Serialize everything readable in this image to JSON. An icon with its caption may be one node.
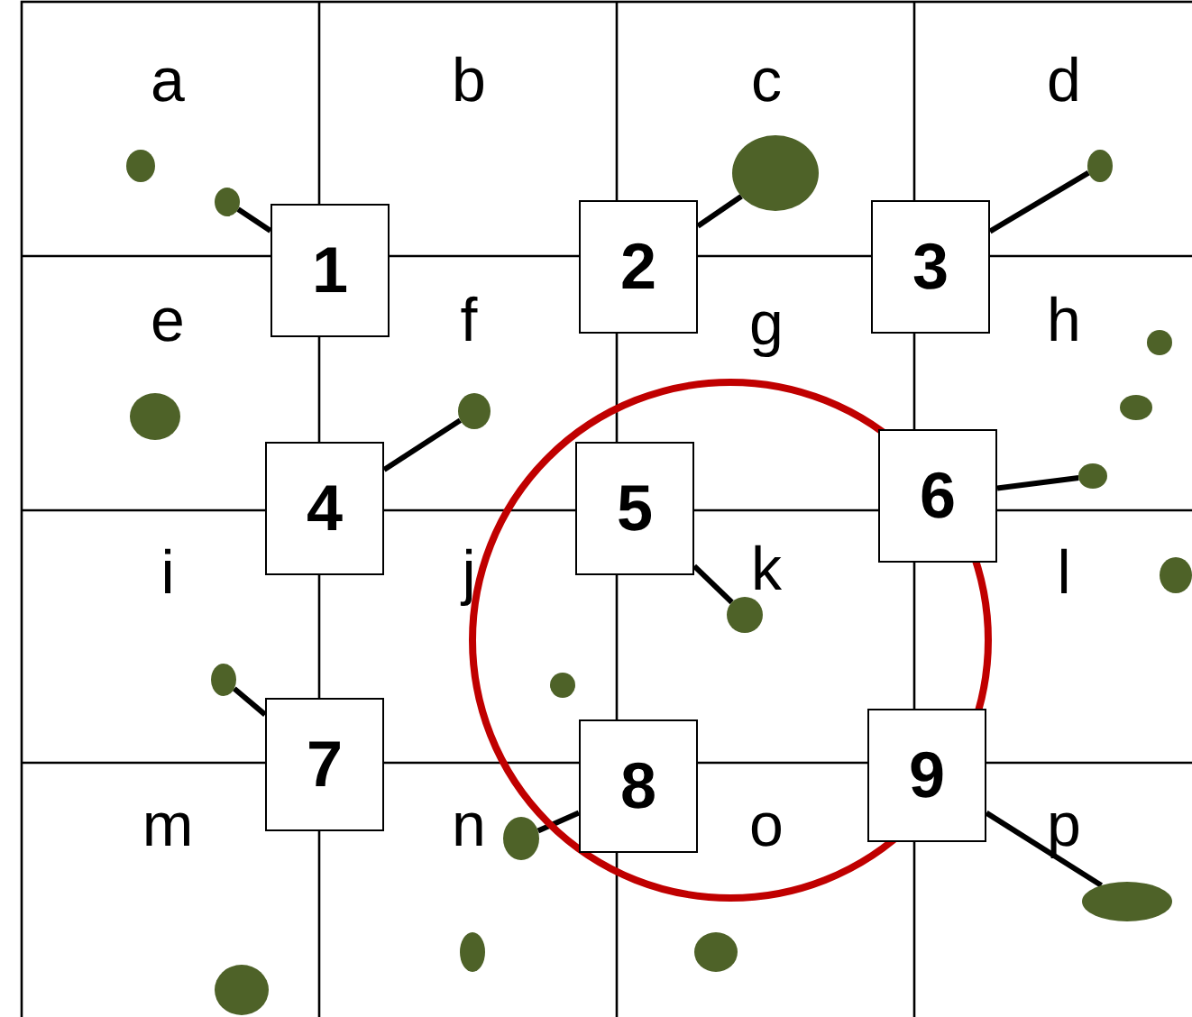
{
  "diagram": {
    "nodes": [
      {
        "text": [
          "1"
        ]
      },
      {
        "text": [
          "2"
        ]
      },
      {
        "text": [
          "3"
        ]
      },
      {
        "text": [
          "4"
        ]
      },
      {
        "text": [
          "5"
        ]
      },
      {
        "text": [
          "6"
        ]
      },
      {
        "text": [
          "7"
        ]
      },
      {
        "text": [
          "8"
        ]
      },
      {
        "text": [
          "9"
        ]
      },
      {
        "text": [],
        "shape": "circle"
      },
      {
        "text": [],
        "shape": "circle"
      },
      {
        "text": [],
        "shape": "circle"
      },
      {
        "text": [],
        "shape": "circle"
      },
      {
        "text": [],
        "shape": "circle"
      },
      {
        "text": [],
        "shape": "circle"
      },
      {
        "text": [],
        "shape": "circle"
      },
      {
        "text": [],
        "shape": "circle"
      },
      {
        "text": [],
        "shape": "circle"
      },
      {
        "text": [],
        "shape": "circle"
      },
      {
        "text": [],
        "shape": "circle"
      },
      {
        "text": [],
        "shape": "circle"
      },
      {
        "text": [],
        "shape": "circle"
      },
      {
        "text": [],
        "shape": "circle"
      },
      {
        "text": [],
        "shape": "circle"
      },
      {
        "text": [],
        "shape": "circle"
      },
      {
        "text": [],
        "shape": "circle"
      },
      {
        "text": [],
        "shape": "circle"
      }
    ],
    "edges": [
      {
        "from": 0,
        "to": 12,
        "arrow": "none"
      },
      {
        "from": 1,
        "to": 11,
        "arrow": "none"
      },
      {
        "from": 2,
        "to": 10,
        "arrow": "none"
      },
      {
        "from": 3,
        "to": 15,
        "arrow": "none"
      },
      {
        "from": 4,
        "to": 19,
        "arrow": "none"
      },
      {
        "from": 5,
        "to": 17,
        "arrow": "none"
      },
      {
        "from": 6,
        "to": 20,
        "arrow": "none"
      },
      {
        "from": 7,
        "to": 22,
        "arrow": "none"
      },
      {
        "from": 8,
        "to": 23,
        "arrow": "none"
      }
    ],
    "labels": [
      "a",
      "b",
      "c",
      "d",
      "e",
      "f",
      "g",
      "h",
      "i",
      "j",
      "k",
      "l",
      "m",
      "n",
      "o",
      "p"
    ]
  }
}
